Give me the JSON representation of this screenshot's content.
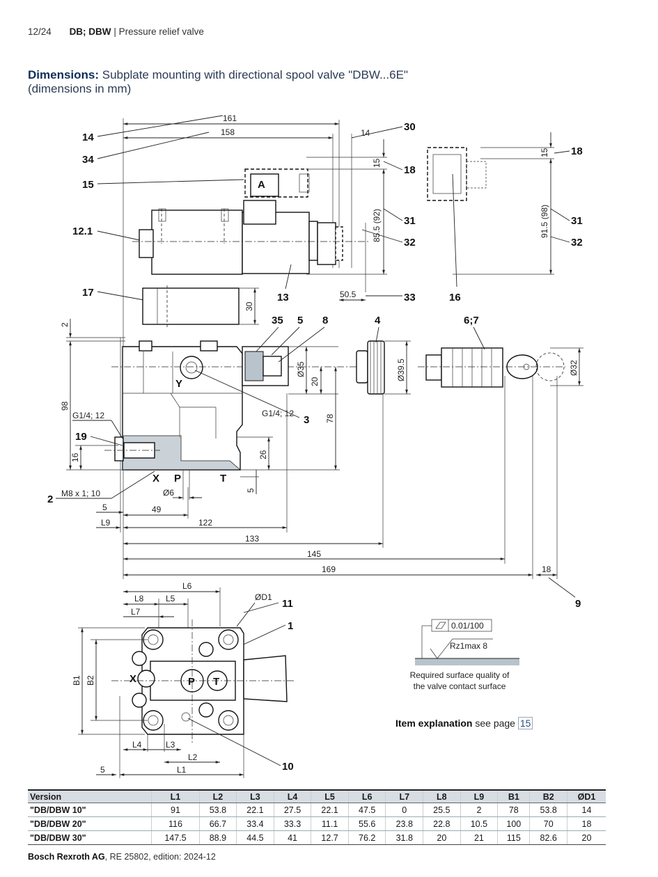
{
  "header": {
    "page": "12/24",
    "product": "DB; DBW",
    "separator": "|",
    "subject": "Pressure relief valve"
  },
  "title": {
    "bold": "Dimensions:",
    "text": "Subplate mounting with directional spool valve \"DBW...6E\"",
    "line2": "(dimensions in mm)"
  },
  "top_view": {
    "dims": {
      "d161": "161",
      "d158": "158",
      "d14": "14",
      "d15a": "15",
      "d15b": "15",
      "d855": "85.5 (92)",
      "d915": "91.5 (98)",
      "d505": "50.5",
      "d30": "30",
      "d2": "2",
      "d98": "98",
      "dO35": "Ø35",
      "d20": "20",
      "d78": "78",
      "d16": "16",
      "d26": "26",
      "d5v": "5",
      "dO395": "Ø39.5",
      "dO32": "Ø32",
      "dO6": "Ø6",
      "d5": "5",
      "d49": "49",
      "d122": "122",
      "d133": "133",
      "d145": "145",
      "d169": "169",
      "d18": "18",
      "L9": "L9",
      "M8": "M8 x 1; 10",
      "G14a": "G1/4; 12",
      "G14b": "G1/4; 12"
    },
    "callouts": {
      "c14": "14",
      "c34": "34",
      "c15": "15",
      "c121": "12.1",
      "c17": "17",
      "c13": "13",
      "c30": "30",
      "c18a": "18",
      "c31a": "31",
      "c32a": "32",
      "c33": "33",
      "c16": "16",
      "c18b": "18",
      "c31b": "31",
      "c32b": "32",
      "c35": "35",
      "c5": "5",
      "c8": "8",
      "c4": "4",
      "c67": "6;7",
      "c3": "3",
      "c19": "19",
      "c2": "2",
      "c9": "9"
    },
    "ports": {
      "A": "A",
      "Y": "Y",
      "X": "X",
      "P": "P",
      "T": "T"
    }
  },
  "bottom_view": {
    "dims": {
      "L6": "L6",
      "L8": "L8",
      "L5": "L5",
      "L7": "L7",
      "OD1": "ØD1",
      "B1": "B1",
      "B2": "B2",
      "L4": "L4",
      "L3": "L3",
      "L2": "L2",
      "L1": "L1",
      "d5": "5"
    },
    "callouts": {
      "c11": "11",
      "c1": "1",
      "c10": "10"
    },
    "ports": {
      "X": "X",
      "P": "P",
      "T": "T"
    }
  },
  "surface": {
    "flatness": "0.01/100",
    "roughness": "Rz1max 8",
    "caption_line1": "Required surface quality of",
    "caption_line2": "the valve contact surface"
  },
  "item_explanation": {
    "bold": "Item explanation",
    "text": "see page",
    "page": "15"
  },
  "table": {
    "headers": [
      "Version",
      "L1",
      "L2",
      "L3",
      "L4",
      "L5",
      "L6",
      "L7",
      "L8",
      "L9",
      "B1",
      "B2",
      "ØD1"
    ],
    "rows": [
      [
        "\"DB/DBW 10\"",
        "91",
        "53.8",
        "22.1",
        "27.5",
        "22.1",
        "47.5",
        "0",
        "25.5",
        "2",
        "78",
        "53.8",
        "14"
      ],
      [
        "\"DB/DBW 20\"",
        "116",
        "66.7",
        "33.4",
        "33.3",
        "11.1",
        "55.6",
        "23.8",
        "22.8",
        "10.5",
        "100",
        "70",
        "18"
      ],
      [
        "\"DB/DBW 30\"",
        "147.5",
        "88.9",
        "44.5",
        "41",
        "12.7",
        "76.2",
        "31.8",
        "20",
        "21",
        "115",
        "82.6",
        "20"
      ]
    ]
  },
  "footer": {
    "company": "Bosch Rexroth AG",
    "doc": ", RE 25802, edition: 2024-12"
  }
}
